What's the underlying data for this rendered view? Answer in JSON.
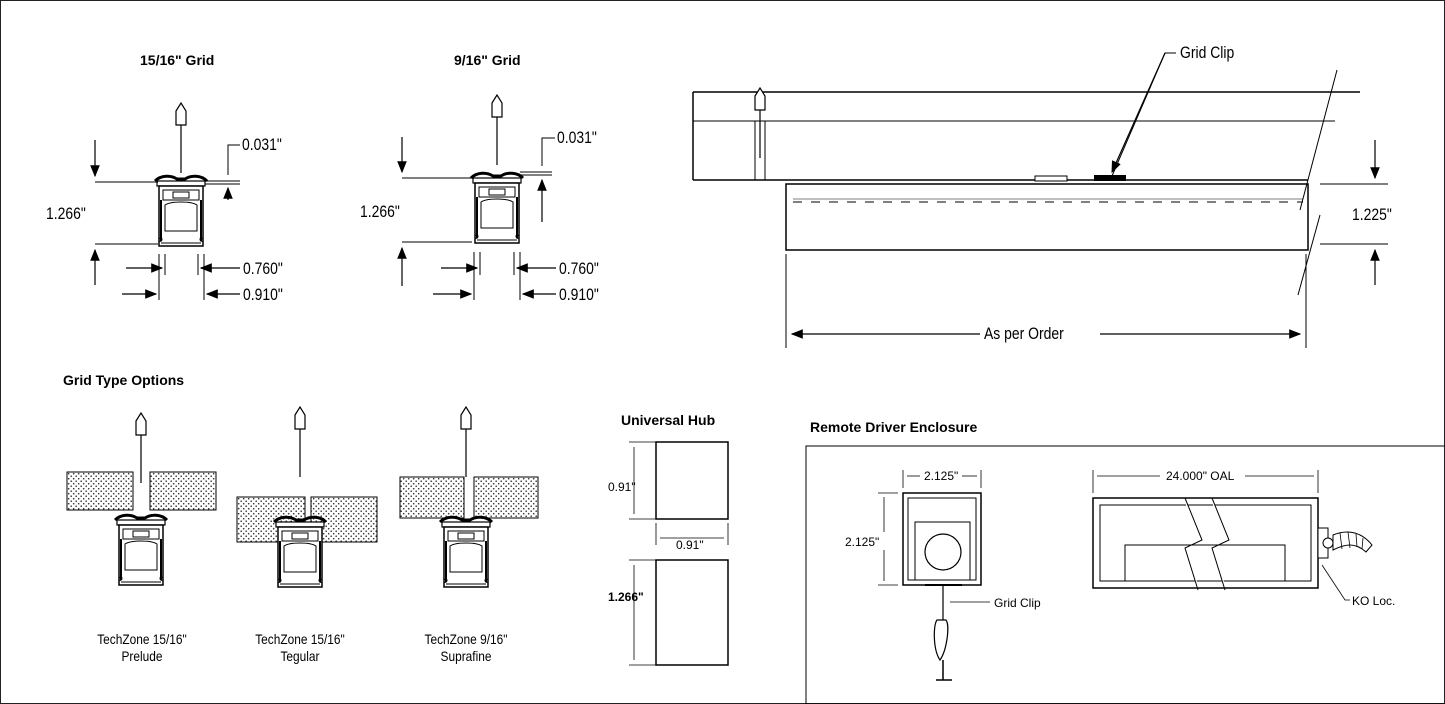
{
  "views": {
    "grid_1516": {
      "title": "15/16\" Grid",
      "dim_top": "0.031\"",
      "dim_height": "1.266\"",
      "dim_inner": "0.760\"",
      "dim_outer": "0.910\""
    },
    "grid_916": {
      "title": "9/16\" Grid",
      "dim_top": "0.031\"",
      "dim_height": "1.266\"",
      "dim_inner": "0.760\"",
      "dim_outer": "0.910\""
    },
    "side": {
      "callout": "Grid Clip",
      "dim_height": "1.225\"",
      "dim_length": "As per Order"
    }
  },
  "grid_options": {
    "title": "Grid Type Options",
    "items": [
      {
        "line1": "TechZone 15/16\"",
        "line2": "Prelude"
      },
      {
        "line1": "TechZone 15/16\"",
        "line2": "Tegular"
      },
      {
        "line1": "TechZone 9/16\"",
        "line2": "Suprafine"
      }
    ]
  },
  "hub": {
    "title": "Universal Hub",
    "dim_a": "0.91\"",
    "dim_b": "0.91\"",
    "dim_c": "1.266\""
  },
  "driver": {
    "title": "Remote Driver Enclosure",
    "width": "2.125\"",
    "height": "2.125\"",
    "clip": "Grid Clip",
    "length": "24.000\" OAL",
    "ko": "KO Loc."
  }
}
